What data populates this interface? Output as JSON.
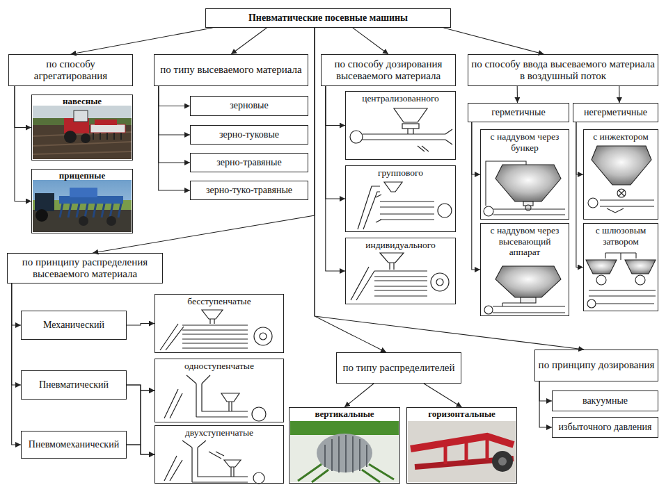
{
  "diagram": {
    "nodes": [
      {
        "text": [
          "Пневматические посевные машины"
        ]
      },
      {
        "text": [
          "по способу агрегатирования"
        ]
      },
      {
        "text": [
          "навесные"
        ]
      },
      {
        "text": [
          "прицепные"
        ]
      },
      {
        "text": [
          "по типу высеваемого материала"
        ]
      },
      {
        "text": [
          "зерновые"
        ]
      },
      {
        "text": [
          "зерно-туковые"
        ]
      },
      {
        "text": [
          "зерно-травяные"
        ]
      },
      {
        "text": [
          "зерно-туко-травяные"
        ]
      },
      {
        "text": [
          "по способу дозирования высеваемого материала"
        ]
      },
      {
        "text": [
          "централизованного"
        ]
      },
      {
        "text": [
          "группового"
        ]
      },
      {
        "text": [
          "индивидуального"
        ]
      },
      {
        "text": [
          "по способу ввода высеваемого материала в воздушный поток"
        ]
      },
      {
        "text": [
          "герметичные"
        ]
      },
      {
        "text": [
          "негерметичные"
        ]
      },
      {
        "text": [
          "с наддувом через бункер"
        ]
      },
      {
        "text": [
          "с наддувом через высевающий аппарат"
        ]
      },
      {
        "text": [
          "с инжектором"
        ]
      },
      {
        "text": [
          "с шлюзовым затвором"
        ]
      },
      {
        "text": [
          "по принципу распределения высеваемого материала"
        ]
      },
      {
        "text": [
          "Механический"
        ]
      },
      {
        "text": [
          "Пневматический"
        ]
      },
      {
        "text": [
          "Пневмомеханический"
        ]
      },
      {
        "text": [
          "бесступенчатые"
        ]
      },
      {
        "text": [
          "одноступенчатые"
        ]
      },
      {
        "text": [
          "двухступенчатые"
        ]
      },
      {
        "text": [
          "по типу распределителей"
        ]
      },
      {
        "text": [
          "вертикальные"
        ]
      },
      {
        "text": [
          "горизонтальные"
        ]
      },
      {
        "text": [
          "по принципу дозирования"
        ]
      },
      {
        "text": [
          "вакуумные"
        ]
      },
      {
        "text": [
          "избыточного давления"
        ]
      }
    ],
    "edges": [
      {
        "from": 0,
        "to": 1,
        "arrow": "to"
      },
      {
        "from": 0,
        "to": 4,
        "arrow": "to"
      },
      {
        "from": 0,
        "to": 9,
        "arrow": "to"
      },
      {
        "from": 0,
        "to": 13,
        "arrow": "to"
      },
      {
        "from": 0,
        "to": 20,
        "arrow": "to"
      },
      {
        "from": 0,
        "to": 27,
        "arrow": "to"
      },
      {
        "from": 0,
        "to": 30,
        "arrow": "to"
      },
      {
        "from": 1,
        "to": 2,
        "arrow": "to"
      },
      {
        "from": 1,
        "to": 3,
        "arrow": "to"
      },
      {
        "from": 4,
        "to": 5,
        "arrow": "to"
      },
      {
        "from": 4,
        "to": 6,
        "arrow": "to"
      },
      {
        "from": 4,
        "to": 7,
        "arrow": "to"
      },
      {
        "from": 4,
        "to": 8,
        "arrow": "to"
      },
      {
        "from": 9,
        "to": 10,
        "arrow": "to"
      },
      {
        "from": 9,
        "to": 11,
        "arrow": "to"
      },
      {
        "from": 9,
        "to": 12,
        "arrow": "to"
      },
      {
        "from": 13,
        "to": 14,
        "arrow": "to"
      },
      {
        "from": 13,
        "to": 15,
        "arrow": "to"
      },
      {
        "from": 14,
        "to": 16,
        "arrow": "to"
      },
      {
        "from": 14,
        "to": 17,
        "arrow": "to"
      },
      {
        "from": 15,
        "to": 18,
        "arrow": "to"
      },
      {
        "from": 15,
        "to": 19,
        "arrow": "to"
      },
      {
        "from": 20,
        "to": 21,
        "arrow": "to"
      },
      {
        "from": 20,
        "to": 22,
        "arrow": "to"
      },
      {
        "from": 20,
        "to": 23,
        "arrow": "to"
      },
      {
        "from": 21,
        "to": 24,
        "arrow": "to"
      },
      {
        "from": 22,
        "to": 25,
        "arrow": "to"
      },
      {
        "from": 22,
        "to": 26,
        "arrow": "to"
      },
      {
        "from": 23,
        "to": 25,
        "arrow": "to"
      },
      {
        "from": 23,
        "to": 26,
        "arrow": "to"
      },
      {
        "from": 27,
        "to": 28,
        "arrow": "to"
      },
      {
        "from": 27,
        "to": 29,
        "arrow": "to"
      },
      {
        "from": 30,
        "to": 31,
        "arrow": "to"
      },
      {
        "from": 30,
        "to": 32,
        "arrow": "to"
      }
    ]
  }
}
